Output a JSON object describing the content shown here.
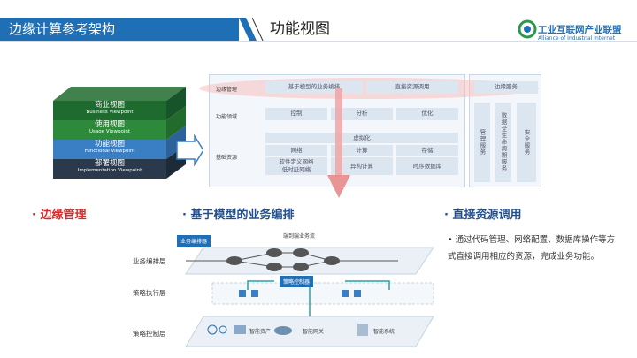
{
  "header": {
    "section_title": "边缘计算参考架构",
    "page_title": "功能视图",
    "logo_text": "工业互联网产业联盟",
    "logo_subtext": "Alliance of Industrial Internet"
  },
  "viewpoints": [
    {
      "title": "商业视图",
      "subtitle": "Business Viewpoint",
      "color": "#1f6b2f"
    },
    {
      "title": "使用视图",
      "subtitle": "Usage Viewpoint",
      "color": "#2d8a3a"
    },
    {
      "title": "功能视图",
      "subtitle": "Functional Viewpoint",
      "color": "#3a7fc4"
    },
    {
      "title": "部署视图",
      "subtitle": "Implementation Viewpoint",
      "color": "#2a3a4c"
    }
  ],
  "arch": {
    "rows": {
      "edge_mgmt": "边缘管理",
      "func_domain": "功能领域",
      "base_res": "基础资源"
    },
    "edge_mgmt_items": [
      "基于模型的业务编排",
      "直接资源调用"
    ],
    "func_items": [
      "控制",
      "分析",
      "优化"
    ],
    "virtualization": "虚拟化",
    "base_items": [
      "网络",
      "计算",
      "存储"
    ],
    "base_items2": [
      "软件定义网络\n低时延网络",
      "异构计算",
      "时序数据库"
    ],
    "edge_service": "边缘服务",
    "side_services": [
      "管理服务",
      "数据全生命周期服务",
      "安全服务"
    ]
  },
  "bullets": {
    "b1": "边缘管理",
    "b2": "基于模型的业务编排",
    "b3": "直接资源调用"
  },
  "description": "通过代码管理、网络配置、数据库操作等方式直接调用相应的资源，完成业务功能。",
  "diagram": {
    "orchestrator": "业务编排器",
    "e2e": "端到端业务流",
    "policy_controller": "策略控制器",
    "layers": [
      "业务编排层",
      "策略执行层",
      "策略控制层"
    ],
    "devices": [
      "智能资产",
      "智能网关",
      "智能系统"
    ]
  },
  "colors": {
    "accent_blue": "#1f6fb6",
    "accent_red": "#d92a2a",
    "arrow_pink": "#f0a3a3"
  }
}
